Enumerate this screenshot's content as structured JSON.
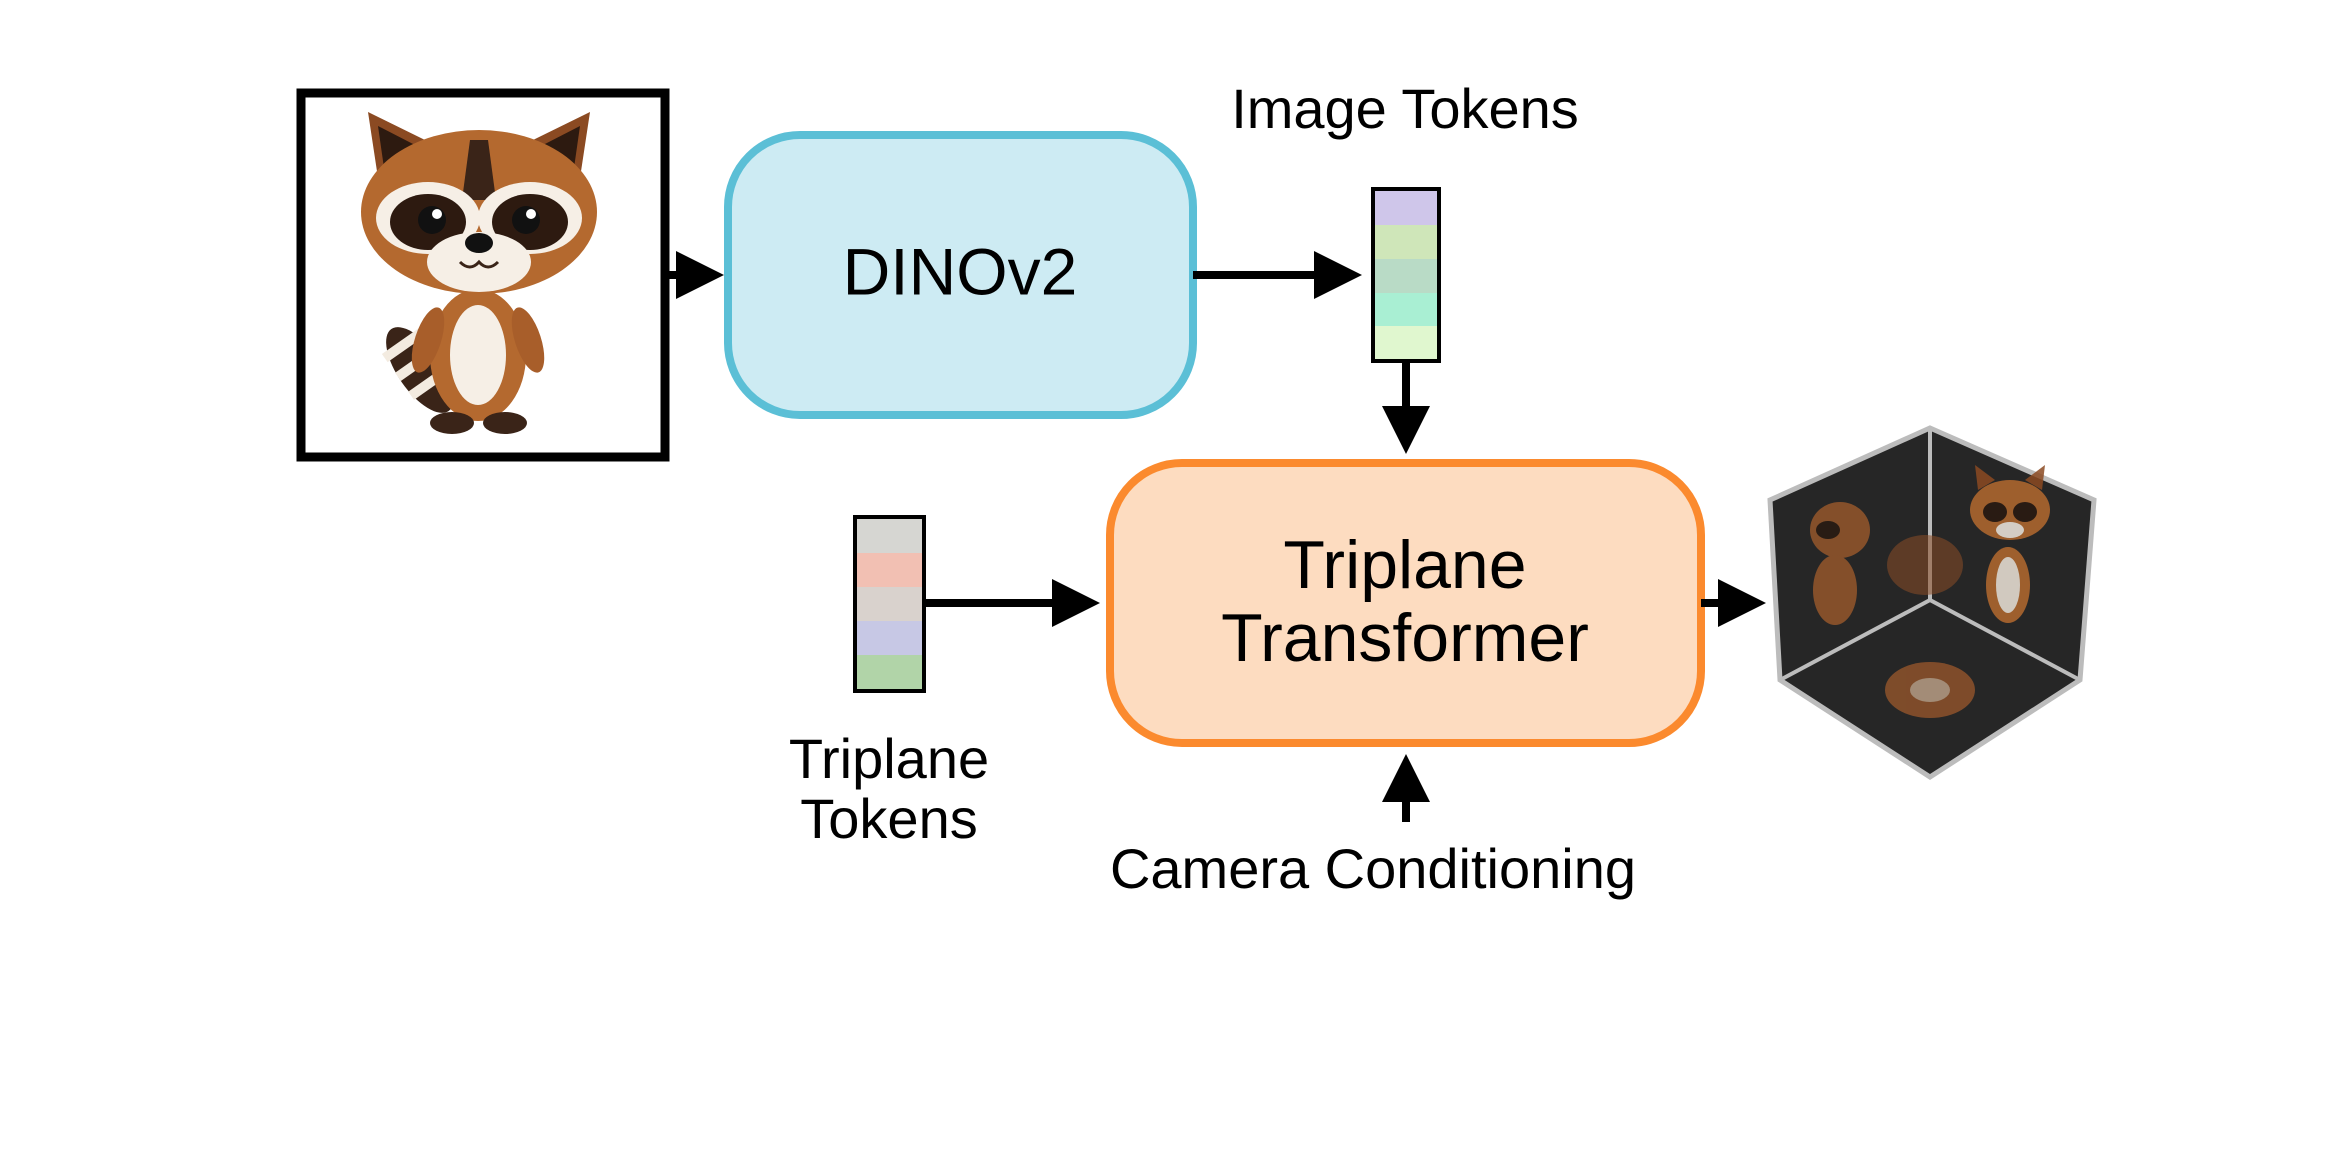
{
  "diagram": {
    "encoder_label": "DINOv2",
    "image_tokens_label": "Image Tokens",
    "transformer_label_line1": "Triplane",
    "transformer_label_line2": "Transformer",
    "triplane_tokens_line1": "Triplane",
    "triplane_tokens_line2": "Tokens",
    "camera_label": "Camera Conditioning",
    "input_image_icon": "raccoon-illustration",
    "output_icon": "triplane-cube-render"
  },
  "colors": {
    "encoder_fill": "#cdebf3",
    "encoder_stroke": "#5bbfd6",
    "transformer_fill": "#fddcc0",
    "transformer_stroke": "#fb8a2e",
    "image_tokens": [
      "#cfc6ea",
      "#cfe6b9",
      "#b9dbc6",
      "#a9efd3",
      "#e0f7cf"
    ],
    "triplane_tokens": [
      "#d6d6d2",
      "#f2c0b3",
      "#d9d2cd",
      "#c7c8e5",
      "#b1d4a8"
    ]
  }
}
